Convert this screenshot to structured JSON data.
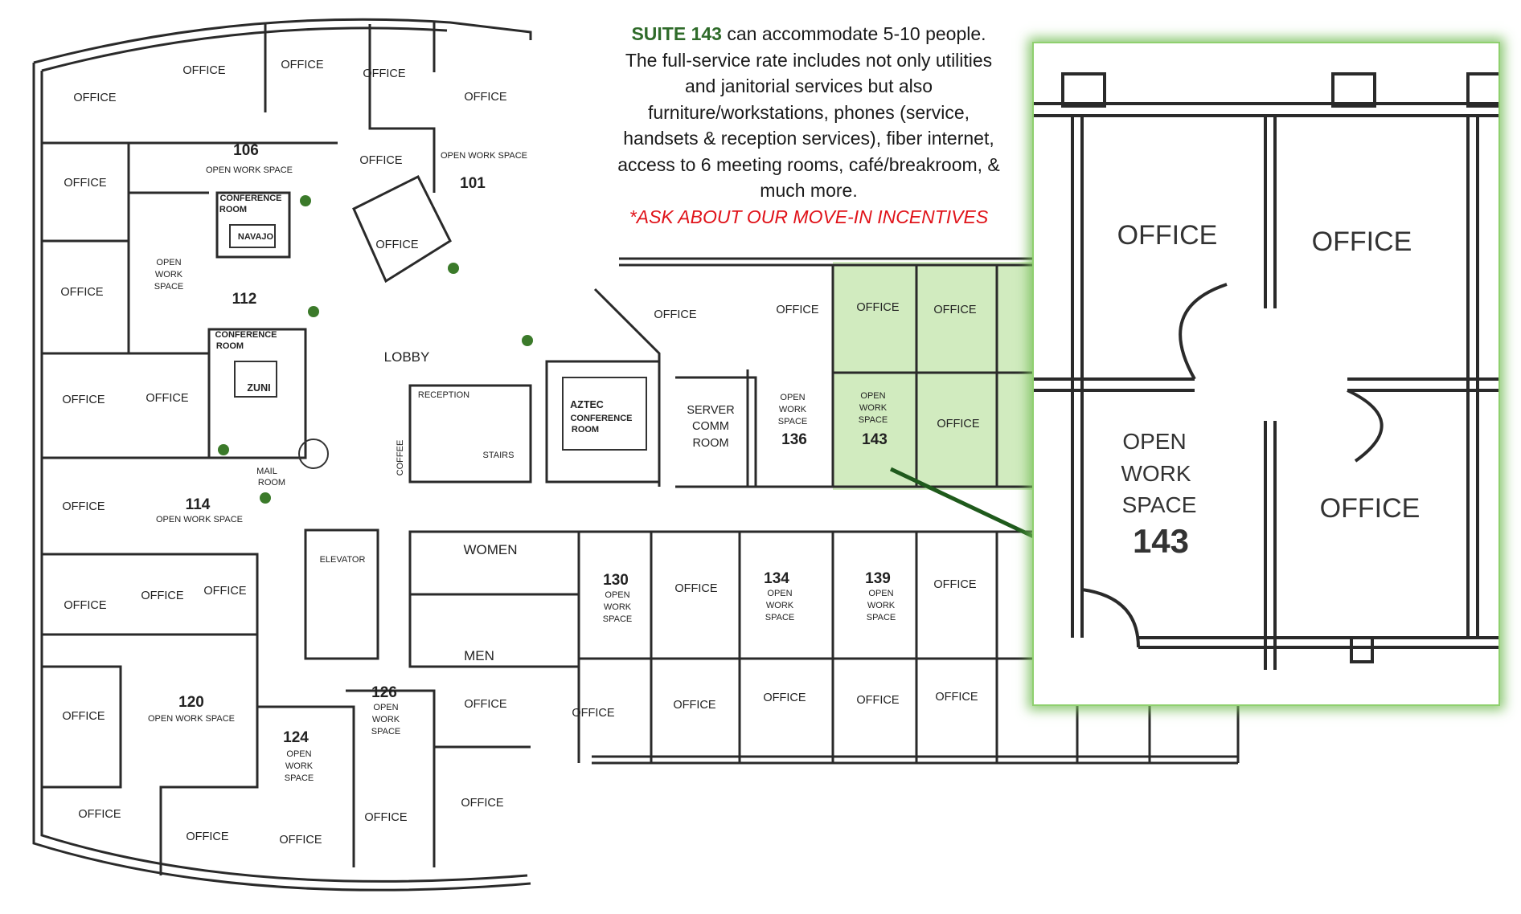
{
  "intro": {
    "suite_name": "SUITE 143",
    "line1_rest": " can accommodate 5-10 people.",
    "line2": "The full-service rate includes not only utilities",
    "line3": "and janitorial services but also",
    "line4": "furniture/workstations, phones (service,",
    "line5": "handsets & reception services), fiber internet,",
    "line6": "access to 6 meeting rooms, café/breakroom, &",
    "line7": "much more.",
    "incentive": "*ASK ABOUT OUR MOVE-IN INCENTIVES"
  },
  "labels": {
    "office": "OFFICE",
    "open_work_space": "OPEN WORK SPACE",
    "open": "OPEN",
    "work": "WORK",
    "space": "SPACE",
    "lobby": "LOBBY",
    "reception": "RECEPTION",
    "stairs": "STAIRS",
    "coffee": "COFFEE",
    "elevator": "ELEVATOR",
    "women": "WOMEN",
    "men": "MEN",
    "mail": "MAIL",
    "room": "ROOM",
    "conference": "CONFERENCE",
    "aztec": "AZTEC",
    "server": "SERVER",
    "comm": "COMM",
    "navajo": "NAVAJO",
    "zuni": "ZUNI"
  },
  "suites": {
    "s101": "101",
    "s106": "106",
    "s112": "112",
    "s114": "114",
    "s120": "120",
    "s124": "124",
    "s126": "126",
    "s130": "130",
    "s134": "134",
    "s136": "136",
    "s139": "139",
    "s143": "143"
  },
  "zoom": {
    "office": "OFFICE",
    "open": "OPEN",
    "work": "WORK",
    "space": "SPACE",
    "suite": "143"
  },
  "colors": {
    "highlight_fill": "#c9e8b4",
    "suite_green": "#2f6b2a",
    "incentive_red": "#e0131a",
    "arrow": "#1f5a1c"
  }
}
